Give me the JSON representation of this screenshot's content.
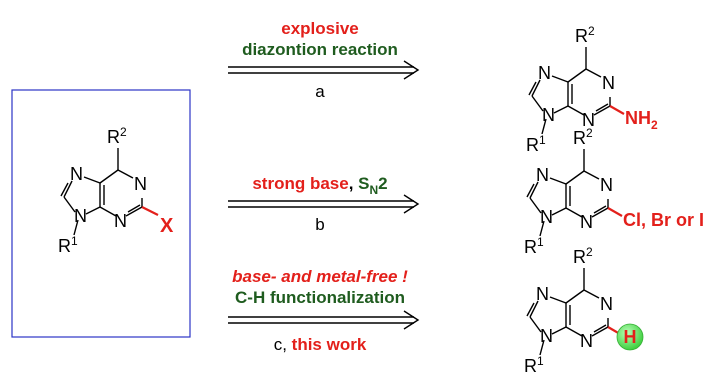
{
  "substrate": {
    "r2": "R",
    "r2_sup": "2",
    "r1": "R",
    "r1_sup": "1",
    "n_imid": "N",
    "n_bot": "N",
    "n_pyr_top": "N",
    "n_pyr_bot": "N",
    "x": "X",
    "box_color": "#2b34c6"
  },
  "route_a": {
    "line1": "explosive",
    "line2": "diazontion reaction",
    "letter": "a",
    "product": {
      "r2": "R",
      "r2_sup": "2",
      "r1": "R",
      "r1_sup": "1",
      "n_imid": "N",
      "n_bot": "N",
      "n_pyr_top": "N",
      "n_pyr_bot": "N",
      "group": "NH",
      "group_sub": "2"
    }
  },
  "route_b": {
    "line1_red": "strong base",
    "line1_sep": ", ",
    "line1_green": "S",
    "line1_green_sub": "N",
    "line1_green_tail": "2",
    "letter": "b",
    "product": {
      "r2": "R",
      "r2_sup": "2",
      "r1": "R",
      "r1_sup": "1",
      "n_imid": "N",
      "n_bot": "N",
      "n_pyr_top": "N",
      "n_pyr_bot": "N",
      "group": "Cl, Br or I"
    }
  },
  "route_c": {
    "line1": "base- and metal-free !",
    "line2": "C-H functionalization",
    "letter_plain": "c, ",
    "letter_red": "this work",
    "product": {
      "r2": "R",
      "r2_sup": "2",
      "r1": "R",
      "r1_sup": "1",
      "n_imid": "N",
      "n_bot": "N",
      "n_pyr_top": "N",
      "n_pyr_bot": "N",
      "group": "H",
      "highlight_color": "#4ee04e"
    }
  },
  "colors": {
    "red": "#e3201b",
    "green": "#1f5c1f"
  }
}
